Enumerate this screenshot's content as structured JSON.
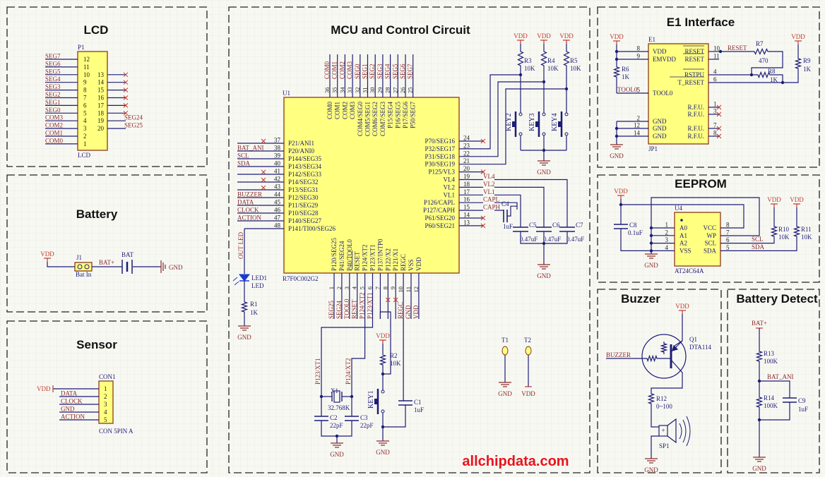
{
  "sections": {
    "lcd": "LCD",
    "battery": "Battery",
    "sensor": "Sensor",
    "mcu": "MCU and Control Circuit",
    "e1": "E1 Interface",
    "eeprom": "EEPROM",
    "buzzer": "Buzzer",
    "battery_detect": "Battery Detect"
  },
  "watermark": "allchipdata.com",
  "power": {
    "vdd": "VDD",
    "gnd": "GND",
    "bat_plus": "BAT+"
  },
  "colors": {
    "wire": "#1c1c78",
    "net_label": "#8a2a2a",
    "power": "#c0392b",
    "component_fill": "#ffff80",
    "component_outline": "#8b3a1a",
    "component_text": "#1c1c78",
    "title": "#111111",
    "watermark": "#e8141c",
    "led": "#1a3ad0"
  },
  "lcd": {
    "ref": "P1",
    "part": "LCD",
    "left": [
      {
        "pin": "12",
        "net": "SEG7"
      },
      {
        "pin": "11",
        "net": "SEG6"
      },
      {
        "pin": "10",
        "net": "SEG5"
      },
      {
        "pin": "9",
        "net": "SEG4"
      },
      {
        "pin": "8",
        "net": "SEG3"
      },
      {
        "pin": "7",
        "net": "SEG2"
      },
      {
        "pin": "6",
        "net": "SEG1"
      },
      {
        "pin": "5",
        "net": "SEG0"
      },
      {
        "pin": "4",
        "net": "COM3"
      },
      {
        "pin": "3",
        "net": "COM2"
      },
      {
        "pin": "2",
        "net": "COM1"
      },
      {
        "pin": "1",
        "net": "COM0"
      }
    ],
    "right": [
      {
        "pin": "13",
        "net": ""
      },
      {
        "pin": "14",
        "net": ""
      },
      {
        "pin": "15",
        "net": ""
      },
      {
        "pin": "16",
        "net": ""
      },
      {
        "pin": "17",
        "net": ""
      },
      {
        "pin": "18",
        "net": ""
      },
      {
        "pin": "19",
        "net": "SEG24"
      },
      {
        "pin": "20",
        "net": "SEG25"
      }
    ]
  },
  "battery": {
    "j1_ref": "J1",
    "j1_part": "Bat In",
    "bat_ref": "BAT"
  },
  "sensor": {
    "ref": "CON1",
    "part": "CON 5PIN A",
    "pins": [
      {
        "pin": "1",
        "net": "VDD"
      },
      {
        "pin": "2",
        "net": "DATA"
      },
      {
        "pin": "3",
        "net": "CLOCK"
      },
      {
        "pin": "4",
        "net": "GND"
      },
      {
        "pin": "5",
        "net": "ACTION"
      }
    ]
  },
  "mcu": {
    "ref": "U1",
    "part": "R7F0C002G2",
    "top": [
      {
        "pin": "36",
        "name": "COM0",
        "net": "COM0"
      },
      {
        "pin": "35",
        "name": "COM1",
        "net": "COM1"
      },
      {
        "pin": "34",
        "name": "COM2",
        "net": "COM2"
      },
      {
        "pin": "33",
        "name": "COM3",
        "net": "COM3"
      },
      {
        "pin": "32",
        "name": "COM4/SEG0",
        "net": "SEG0"
      },
      {
        "pin": "31",
        "name": "COM5/SEG1",
        "net": "SEG1"
      },
      {
        "pin": "30",
        "name": "COM6/SEG2",
        "net": "SEG2"
      },
      {
        "pin": "29",
        "name": "COM7/SEG3",
        "net": "SEG3"
      },
      {
        "pin": "28",
        "name": "P15/SEG4",
        "net": "SEG4"
      },
      {
        "pin": "27",
        "name": "P16/SEG5",
        "net": "SEG5"
      },
      {
        "pin": "26",
        "name": "P17/SEG6",
        "net": "SEG6"
      },
      {
        "pin": "25",
        "name": "P50/SEG7",
        "net": "SEG7"
      }
    ],
    "left": [
      {
        "pin": "37",
        "name": "P21/ANI1",
        "net": ""
      },
      {
        "pin": "38",
        "name": "P20/ANI0",
        "net": "BAT_ANI"
      },
      {
        "pin": "39",
        "name": "P144/SEG35",
        "net": "SCL"
      },
      {
        "pin": "40",
        "name": "P143/SEG34",
        "net": "SDA"
      },
      {
        "pin": "41",
        "name": "P142/SEG33",
        "net": ""
      },
      {
        "pin": "42",
        "name": "P14/SEG32",
        "net": ""
      },
      {
        "pin": "43",
        "name": "P13/SEG31",
        "net": ""
      },
      {
        "pin": "44",
        "name": "P12/SEG30",
        "net": "BUZZER"
      },
      {
        "pin": "45",
        "name": "P11/SEG29",
        "net": "DATA"
      },
      {
        "pin": "46",
        "name": "P10/SEG28",
        "net": "CLOCK"
      },
      {
        "pin": "47",
        "name": "P140/SEG27",
        "net": "ACTION"
      },
      {
        "pin": "48",
        "name": "P141/TI00/SEG26",
        "net": ""
      }
    ],
    "right": [
      {
        "pin": "24",
        "name": "P70/SEG16",
        "net": ""
      },
      {
        "pin": "23",
        "name": "P32/SEG17",
        "net": ""
      },
      {
        "pin": "22",
        "name": "P31/SEG18",
        "net": ""
      },
      {
        "pin": "21",
        "name": "P30/SEG19",
        "net": ""
      },
      {
        "pin": "20",
        "name": "P125/VL3",
        "net": ""
      },
      {
        "pin": "19",
        "name": "VL4",
        "net": "VL4"
      },
      {
        "pin": "18",
        "name": "VL2",
        "net": "VL2"
      },
      {
        "pin": "17",
        "name": "VL1",
        "net": "VL1"
      },
      {
        "pin": "16",
        "name": "P126/CAPL",
        "net": "CAPL"
      },
      {
        "pin": "15",
        "name": "P127/CAPH",
        "net": "CAPH"
      },
      {
        "pin": "14",
        "name": "P61/SEG20",
        "net": ""
      },
      {
        "pin": "13",
        "name": "P60/SEG21",
        "net": ""
      }
    ],
    "bottom": [
      {
        "pin": "1",
        "name": "P120/SEG25",
        "net": "SEG25"
      },
      {
        "pin": "2",
        "name": "P41/SEG24",
        "net": "SEG24"
      },
      {
        "pin": "3",
        "name": "P40/TOOL0",
        "net": "TOOL0"
      },
      {
        "pin": "4",
        "name": "RESET",
        "net": "RESET"
      },
      {
        "pin": "5",
        "name": "P124/XT2",
        "net": "P124/XT2"
      },
      {
        "pin": "6",
        "name": "P123/XT1",
        "net": "P123/XT1"
      },
      {
        "pin": "7",
        "name": "P137/INTP0",
        "net": ""
      },
      {
        "pin": "8",
        "name": "P122/X2",
        "net": ""
      },
      {
        "pin": "9",
        "name": "P121/X1",
        "net": ""
      },
      {
        "pin": "10",
        "name": "REGC",
        "net": "REGC"
      },
      {
        "pin": "11",
        "name": "VSS",
        "net": "GND"
      },
      {
        "pin": "12",
        "name": "VDD",
        "net": "VDD"
      }
    ],
    "out_led": "OUT LED",
    "led": {
      "ref": "LED1",
      "part": "LED"
    },
    "r1": {
      "ref": "R1",
      "value": "1K"
    },
    "keys": [
      {
        "key": "KEY2",
        "r_ref": "R3",
        "r_value": "10K"
      },
      {
        "key": "KEY3",
        "r_ref": "R4",
        "r_value": "10K"
      },
      {
        "key": "KEY4",
        "r_ref": "R5",
        "r_value": "10K"
      }
    ],
    "c4": {
      "ref": "C4",
      "value": "1uF"
    },
    "c5": {
      "ref": "C5",
      "value": "0.47uF"
    },
    "c6": {
      "ref": "C6",
      "value": "0.47uF"
    },
    "c7": {
      "ref": "C7",
      "value": "0.47uF"
    },
    "x1": {
      "ref": "X1",
      "value": "32.768K"
    },
    "c2": {
      "ref": "C2",
      "value": "22pF"
    },
    "c3": {
      "ref": "C3",
      "value": "22pF"
    },
    "r2": {
      "ref": "R2",
      "value": "10K"
    },
    "key1": "KEY1",
    "c1": {
      "ref": "C1",
      "value": "1uF"
    },
    "xt1_label": "P123/XT1",
    "xt2_label": "P124/XT2",
    "t1": "T1",
    "t2": "T2"
  },
  "e1": {
    "ref": "E1",
    "part": "JP1",
    "left": [
      {
        "pin": "8",
        "name": "VDD"
      },
      {
        "pin": "9",
        "name": "EMVDD"
      },
      {
        "pin": "5",
        "name": "TOOL0"
      },
      {
        "pin": "2",
        "name": "GND"
      },
      {
        "pin": "12",
        "name": "GND"
      },
      {
        "pin": "14",
        "name": "GND"
      }
    ],
    "right": [
      {
        "pin": "10",
        "name": "RESET"
      },
      {
        "pin": "11",
        "name": "RESET"
      },
      {
        "pin": "4",
        "name": "RSTPU"
      },
      {
        "pin": "6",
        "name": "T_RESET"
      },
      {
        "pin": "1",
        "name": "R.F.U."
      },
      {
        "pin": "3",
        "name": "R.F.U."
      },
      {
        "pin": "7",
        "name": "R.F.U."
      },
      {
        "pin": "8",
        "name": "R.F.U."
      }
    ],
    "tool0_net": "TOOL0",
    "reset_net": "RESET",
    "r6": {
      "ref": "R6",
      "value": "1K"
    },
    "r7": {
      "ref": "R7",
      "value": "470"
    },
    "r8": {
      "ref": "R8",
      "value": "1K"
    },
    "r9": {
      "ref": "R9",
      "value": "1K"
    }
  },
  "eeprom": {
    "ref": "U4",
    "part": "AT24C64A",
    "left": [
      {
        "pin": "1",
        "name": "A0"
      },
      {
        "pin": "2",
        "name": "A1"
      },
      {
        "pin": "3",
        "name": "A2"
      },
      {
        "pin": "4",
        "name": "VSS"
      }
    ],
    "right": [
      {
        "pin": "8",
        "name": "VCC"
      },
      {
        "pin": "7",
        "name": "WP"
      },
      {
        "pin": "6",
        "name": "SCL"
      },
      {
        "pin": "5",
        "name": "SDA"
      }
    ],
    "scl_net": "SCL",
    "sda_net": "SDA",
    "c8": {
      "ref": "C8",
      "value": "0.1uF"
    },
    "r10": {
      "ref": "R10",
      "value": "10K"
    },
    "r11": {
      "ref": "R11",
      "value": "10K"
    }
  },
  "buzzer": {
    "net": "BUZZER",
    "q1": {
      "ref": "Q1",
      "part": "DTA114"
    },
    "r12": {
      "ref": "R12",
      "value": "0~100"
    },
    "sp1": "SP1",
    "plus": "+"
  },
  "battery_detect": {
    "r13": {
      "ref": "R13",
      "value": "100K"
    },
    "r14": {
      "ref": "R14",
      "value": "100K"
    },
    "c9": {
      "ref": "C9",
      "value": "1uF"
    },
    "net": "BAT_ANI"
  }
}
